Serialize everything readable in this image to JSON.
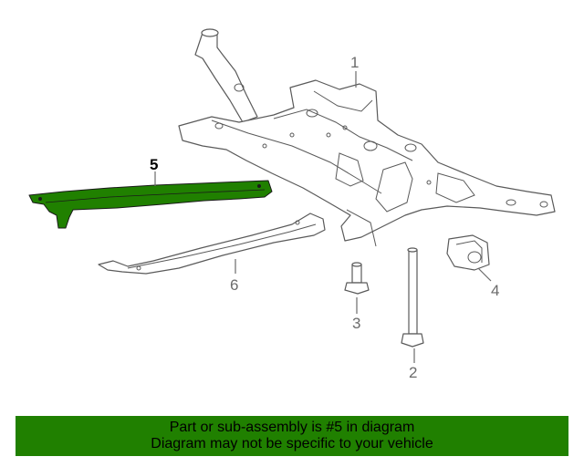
{
  "diagram": {
    "callouts": {
      "c1": "1",
      "c2": "2",
      "c3": "3",
      "c4": "4",
      "c5": "5",
      "c6": "6"
    },
    "highlighted_part": "5",
    "highlight_color": "#208000",
    "line_color": "#5a5a5a"
  },
  "banner": {
    "line1": "Part or sub-assembly is #5 in diagram",
    "line2": "Diagram may not be specific to your vehicle",
    "background": "#208000"
  }
}
